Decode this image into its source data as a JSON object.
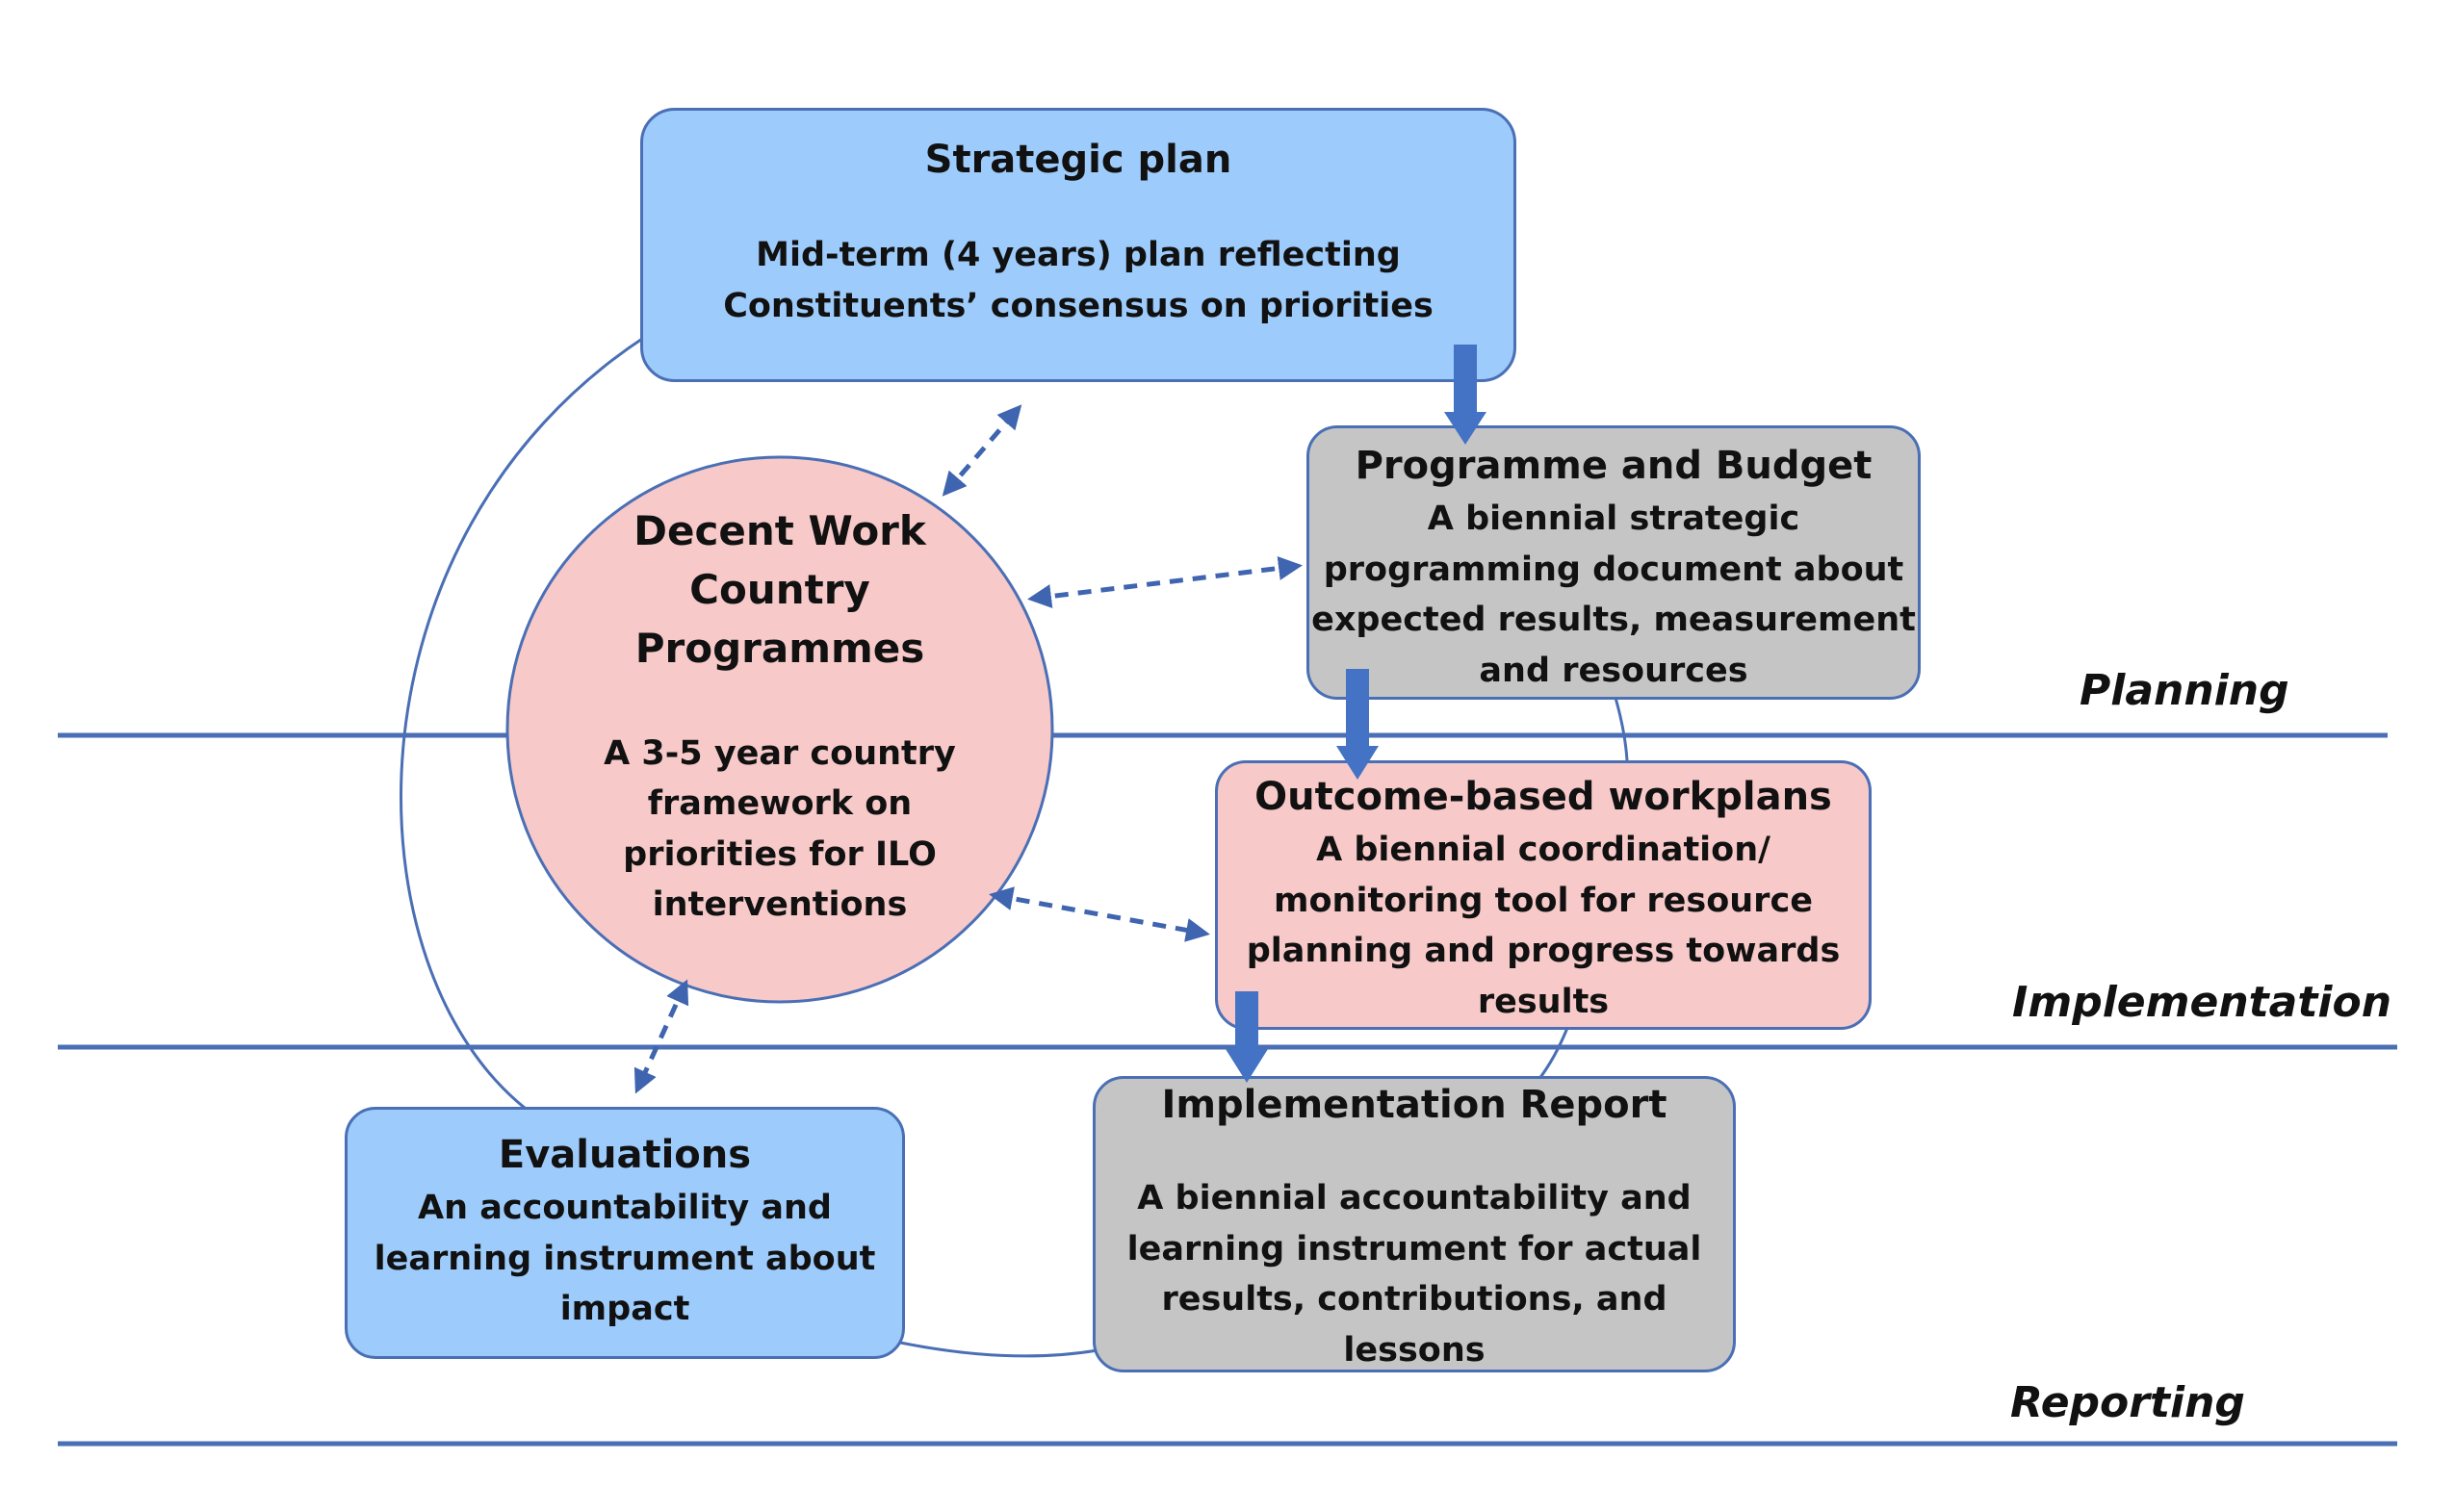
{
  "nodes": {
    "strategic_plan": {
      "title": "Strategic plan",
      "description": "Mid-term (4 years) plan reflecting\nConstituents’ consensus on priorities"
    },
    "programme_budget": {
      "title": "Programme and Budget",
      "description": "A biennial strategic\nprogramming document about\nexpected results, measurement\nand resources"
    },
    "dwcp": {
      "title": "Decent Work\nCountry\nProgrammes",
      "description": "A 3-5 year country\nframework on\npriorities for ILO\ninterventions"
    },
    "workplans": {
      "title": "Outcome-based workplans",
      "description": "A biennial coordination/\nmonitoring tool for resource\nplanning and progress towards\nresults"
    },
    "evaluations": {
      "title": "Evaluations",
      "description": "An accountability and\nlearning instrument about\nimpact"
    },
    "implementation_report": {
      "title": "Implementation Report",
      "description": "A biennial accountability and\nlearning instrument for actual\nresults, contributions, and\nlessons"
    }
  },
  "phases": {
    "planning": "Planning",
    "implementation": "Implementation",
    "reporting": "Reporting"
  },
  "colors": {
    "line": "#4a6fb5",
    "arrow": "#4472c4",
    "blue_fill": "#9dcbfb",
    "grey_fill": "#c5c5c5",
    "pink_fill": "#f7c9c9"
  }
}
